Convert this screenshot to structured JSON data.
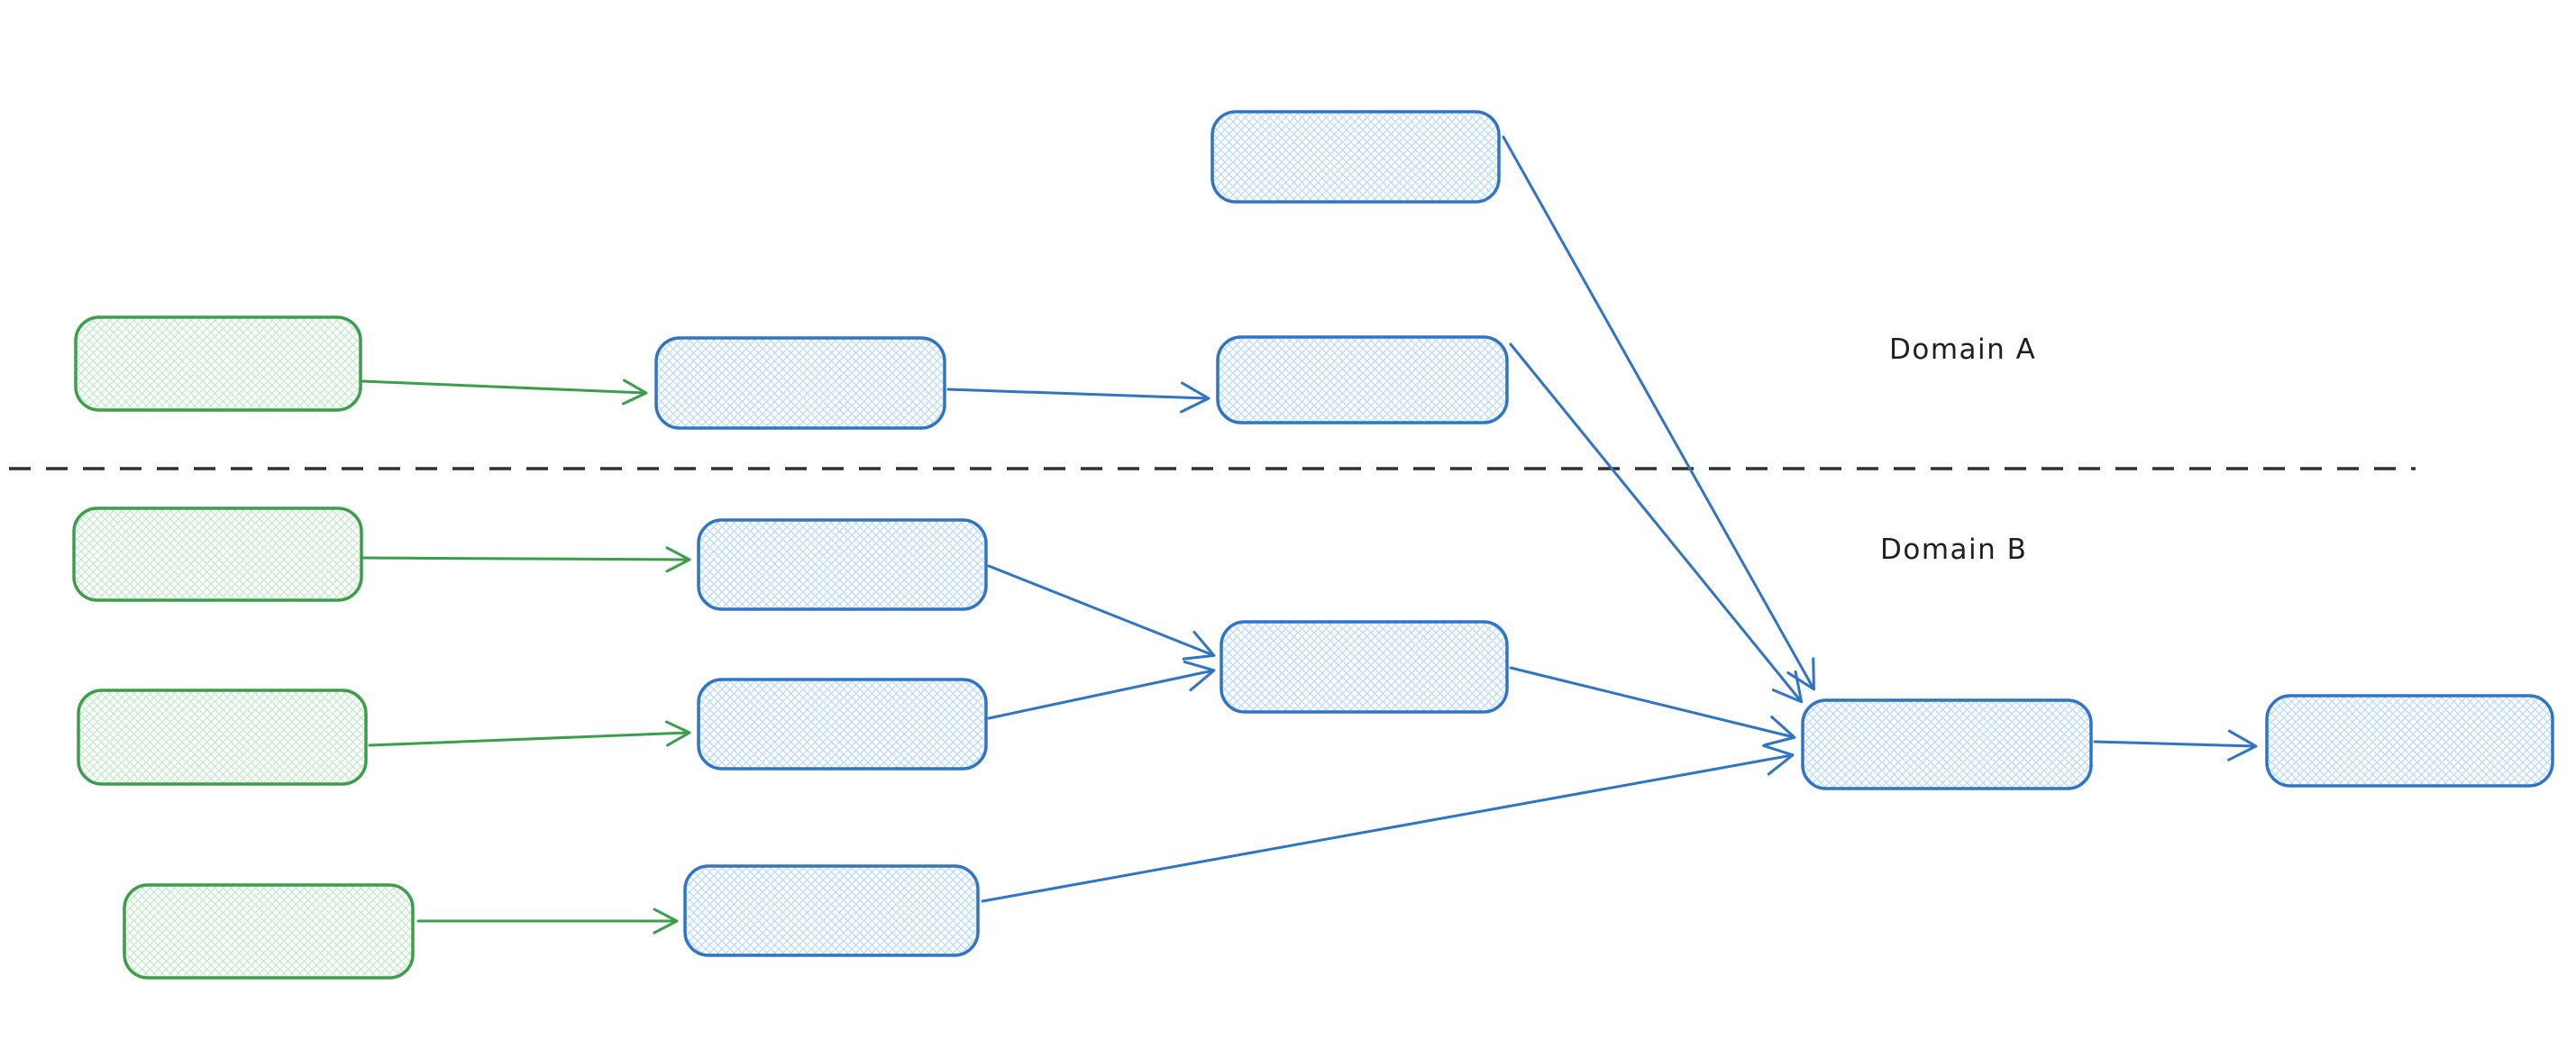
{
  "labels": {
    "domain_a": "Domain A",
    "domain_b": "Domain B"
  },
  "colors": {
    "blue_stroke": "#2f74c5",
    "blue_hatch": "#bcdaf6",
    "green_stroke": "#3c9e4d",
    "green_hatch": "#c3e9ca",
    "divider": "#2f2f2f",
    "text": "#1f1f1f",
    "background": "#ffffff"
  },
  "diagram": {
    "type": "flow-diagram",
    "style": "hand-drawn sketch, cross-hatched rounded rectangles, no text inside nodes",
    "regions": [
      {
        "id": "domain-a",
        "label": "Domain A",
        "position": "above dashed divider"
      },
      {
        "id": "domain-b",
        "label": "Domain B",
        "position": "below dashed divider"
      }
    ],
    "divider": {
      "style": "dashed horizontal line",
      "separates": [
        "domain-a",
        "domain-b"
      ]
    },
    "nodes": [
      {
        "id": "a-top-input",
        "color": "blue",
        "domain": "domain-a",
        "note": "detached box, top center"
      },
      {
        "id": "a-source",
        "color": "green",
        "domain": "domain-a"
      },
      {
        "id": "a-stage-1",
        "color": "blue",
        "domain": "domain-a"
      },
      {
        "id": "a-stage-2",
        "color": "blue",
        "domain": "domain-a"
      },
      {
        "id": "b-source-1",
        "color": "green",
        "domain": "domain-b"
      },
      {
        "id": "b-stage-1",
        "color": "blue",
        "domain": "domain-b"
      },
      {
        "id": "b-source-2",
        "color": "green",
        "domain": "domain-b"
      },
      {
        "id": "b-stage-2",
        "color": "blue",
        "domain": "domain-b"
      },
      {
        "id": "b-merge",
        "color": "blue",
        "domain": "domain-b"
      },
      {
        "id": "b-source-3",
        "color": "green",
        "domain": "domain-b"
      },
      {
        "id": "b-stage-3",
        "color": "blue",
        "domain": "domain-b"
      },
      {
        "id": "aggregator",
        "color": "blue",
        "domain": "domain-b"
      },
      {
        "id": "output",
        "color": "blue",
        "domain": "domain-b"
      }
    ],
    "edges": [
      {
        "from": "a-source",
        "to": "a-stage-1",
        "color": "green"
      },
      {
        "from": "a-stage-1",
        "to": "a-stage-2",
        "color": "blue"
      },
      {
        "from": "a-top-input",
        "to": "aggregator",
        "color": "blue"
      },
      {
        "from": "a-stage-2",
        "to": "aggregator",
        "color": "blue"
      },
      {
        "from": "b-source-1",
        "to": "b-stage-1",
        "color": "green"
      },
      {
        "from": "b-source-2",
        "to": "b-stage-2",
        "color": "green"
      },
      {
        "from": "b-source-3",
        "to": "b-stage-3",
        "color": "green"
      },
      {
        "from": "b-stage-1",
        "to": "b-merge",
        "color": "blue"
      },
      {
        "from": "b-stage-2",
        "to": "b-merge",
        "color": "blue"
      },
      {
        "from": "b-merge",
        "to": "aggregator",
        "color": "blue"
      },
      {
        "from": "b-stage-3",
        "to": "aggregator",
        "color": "blue"
      },
      {
        "from": "aggregator",
        "to": "output",
        "color": "blue"
      }
    ]
  }
}
